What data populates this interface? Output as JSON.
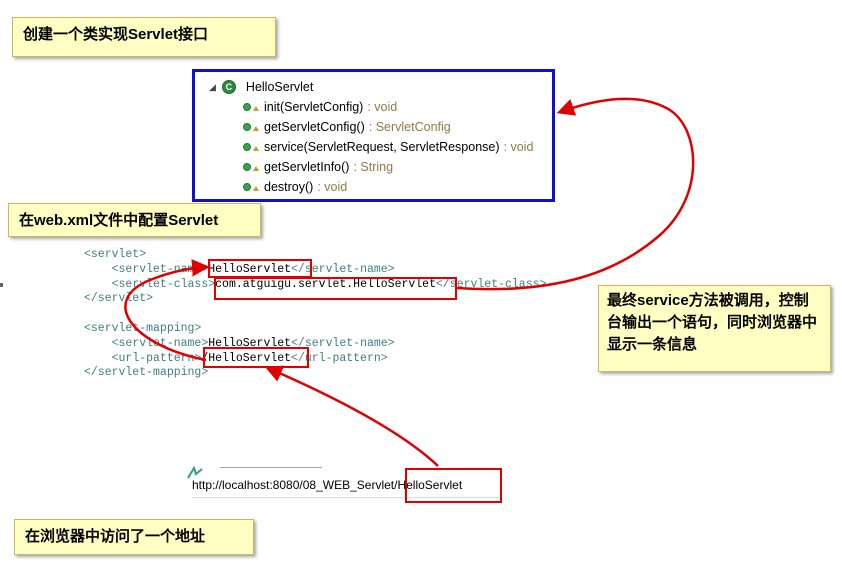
{
  "notes": {
    "create_interface": "创建一个类实现Servlet接口",
    "configure_servlet": "在web.xml文件中配置Servlet",
    "service_called": "最终service方法被调用，控制台输出一个语句，同时浏览器中显示一条信息",
    "browser_access": "在浏览器中访问了一个地址"
  },
  "outline": {
    "class_name": "HelloServlet",
    "class_icon": "C",
    "methods": [
      {
        "signature": "init(ServletConfig)",
        "returns": ": void"
      },
      {
        "signature": "getServletConfig()",
        "returns": ": ServletConfig"
      },
      {
        "signature": "service(ServletRequest, ServletResponse)",
        "returns": ": void"
      },
      {
        "signature": "getServletInfo()",
        "returns": ": String"
      },
      {
        "signature": "destroy()",
        "returns": ": void"
      }
    ]
  },
  "xml": {
    "servlet_open": "<servlet>",
    "servlet_name_open": "<servlet-name>",
    "servlet_name": "HelloServlet",
    "servlet_name_close": "</servlet-name>",
    "servlet_class_open": "<servlet-class>",
    "servlet_class": "com.atguigu.servlet.HelloServlet",
    "servlet_class_close": "</servlet-class>",
    "servlet_close": "</servlet>",
    "mapping_open": "<servlet-mapping>",
    "mapping_name_open": "<servlet-name>",
    "mapping_name": "HelloServlet",
    "mapping_name_close": "</servlet-name>",
    "url_pattern_open": "<url-pattern>",
    "url_pattern": "/HelloServlet",
    "url_pattern_close": "</url-pattern>",
    "mapping_close": "</servlet-mapping>"
  },
  "browser": {
    "url": "http://localhost:8080/08_WEB_Servlet/HelloServlet"
  },
  "colors": {
    "annotation_red": "#e00000",
    "outline_border": "#1010d0",
    "note_background": "#ffffc4",
    "xml_tag": "#3f7f7f"
  }
}
